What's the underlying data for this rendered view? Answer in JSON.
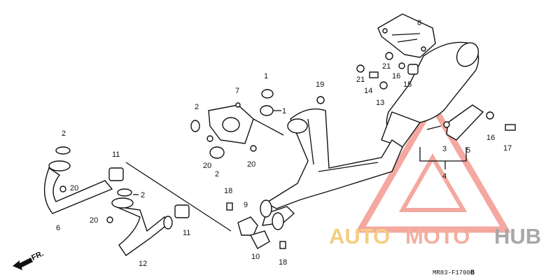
{
  "diagram": {
    "drawing_code": "MR83-F1700",
    "drawing_code_suffix": "B",
    "front_arrow_label": "FR.",
    "callouts": {
      "c1a": "1",
      "c1b": "1",
      "c2a": "2",
      "c2b": "2",
      "c2c": "2",
      "c2d": "2",
      "c3": "3",
      "c4": "4",
      "c5": "5",
      "c6": "6",
      "c7": "7",
      "c8": "8",
      "c9": "9",
      "c10": "10",
      "c11a": "11",
      "c11b": "11",
      "c12": "12",
      "c13": "13",
      "c14": "14",
      "c15": "15",
      "c16a": "16",
      "c16b": "16",
      "c17": "17",
      "c18a": "18",
      "c18b": "18",
      "c19": "19",
      "c20a": "20",
      "c20b": "20",
      "c20c": "20",
      "c20d": "20",
      "c21a": "21",
      "c21b": "21"
    }
  },
  "watermark": {
    "part1": "AUTO",
    "part2": "MOTO",
    "part3": "HUB",
    "colors": {
      "auto": "#f2c66d",
      "moto": "#f3a08f",
      "hub": "#9a9a9a",
      "triangle": "#f39a90"
    }
  }
}
